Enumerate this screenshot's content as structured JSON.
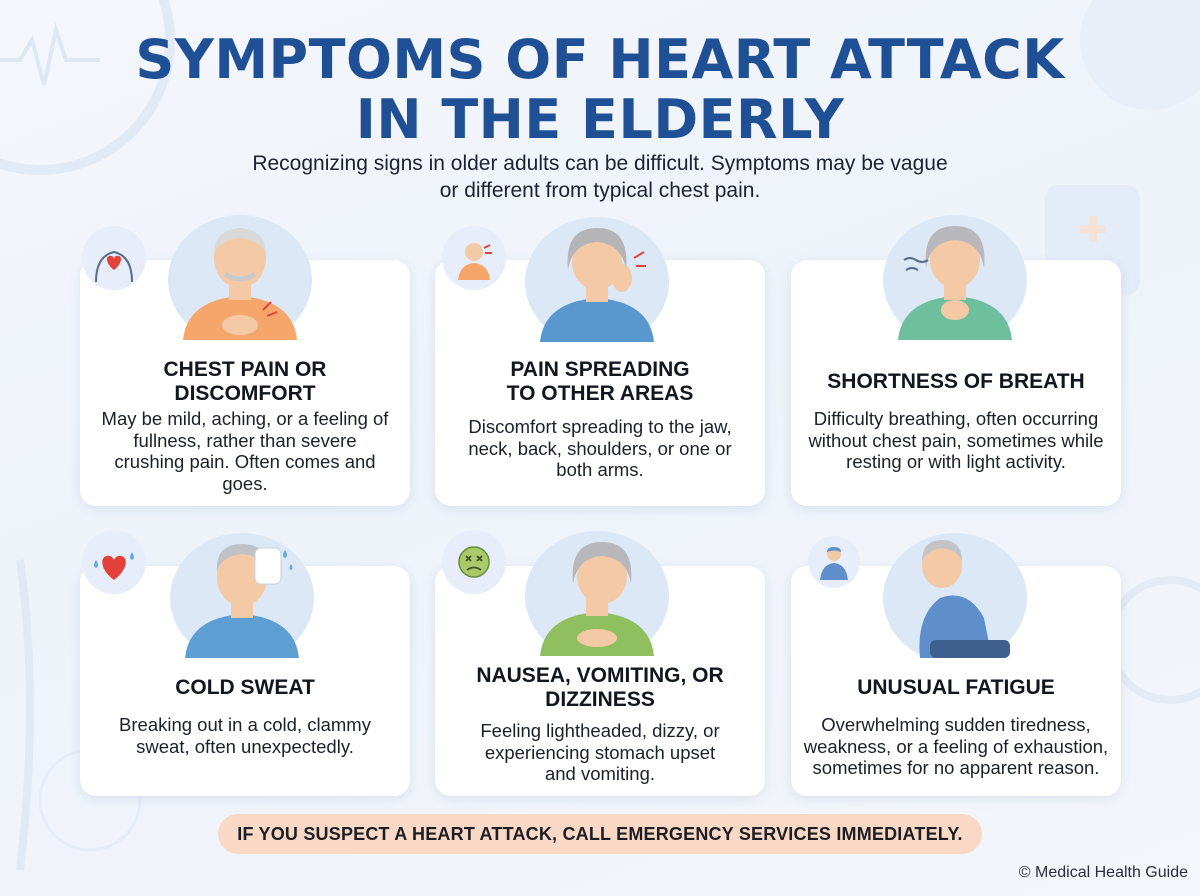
{
  "header": {
    "title_line1": "SYMPTOMS OF HEART ATTACK",
    "title_line2": "IN THE ELDERLY",
    "subtitle": "Recognizing signs in older adults can be difficult. Symptoms may be vague or different from typical chest pain."
  },
  "cards": [
    {
      "title": "CHEST PAIN OR DISCOMFORT",
      "description": "May be mild, aching, or a feeling of fullness, rather than severe crushing pain. Often comes and goes.",
      "portrait_icon": "elderly-man-chest-pain-icon",
      "badge_icon": "heart-torso-icon",
      "shirt_color": "#f6a66a",
      "hair_color": "#d9d9d9"
    },
    {
      "title": "PAIN SPREADING TO OTHER AREAS",
      "description": "Discomfort spreading to the jaw, neck, back, shoulders, or one or both arms.",
      "portrait_icon": "elderly-woman-jaw-pain-icon",
      "badge_icon": "man-neck-pain-icon",
      "shirt_color": "#5a97cf",
      "hair_color": "#b5b5b8"
    },
    {
      "title": "SHORTNESS OF BREATH",
      "description": "Difficulty breathing, often occurring without chest pain, sometimes while resting or with light activity.",
      "portrait_icon": "elderly-woman-breathless-icon",
      "badge_icon": "",
      "shirt_color": "#6dbf9e",
      "hair_color": "#b8b8bc"
    },
    {
      "title": "COLD SWEAT",
      "description": "Breaking out in a cold, clammy sweat, often unexpectedly.",
      "portrait_icon": "elderly-man-sweating-icon",
      "badge_icon": "heart-sweat-drops-icon",
      "shirt_color": "#5e9fd3",
      "hair_color": "#bfc2c6"
    },
    {
      "title": "NAUSEA, VOMITING, OR DIZZINESS",
      "description": "Feeling lightheaded, dizzy, or experiencing stomach upset and vomiting.",
      "portrait_icon": "elderly-woman-nausea-icon",
      "badge_icon": "dizzy-face-icon",
      "shirt_color": "#8fbf5f",
      "hair_color": "#b8b8bc"
    },
    {
      "title": "UNUSUAL FATIGUE",
      "description": "Overwhelming sudden tiredness, weakness, or a feeling of exhaustion, sometimes for no apparent reason.",
      "portrait_icon": "elderly-man-fatigue-icon",
      "badge_icon": "tired-person-icon",
      "shirt_color": "#5e8fca",
      "hair_color": "#c2c4c8"
    }
  ],
  "footer": {
    "banner": "IF YOU SUSPECT A HEART ATTACK, CALL EMERGENCY SERVICES IMMEDIATELY.",
    "copyright": "© Medical Health Guide"
  },
  "colors": {
    "title": "#1f4f94",
    "banner_bg": "#f9d9c6",
    "card_bg": "#ffffff",
    "portrait_bg": "#dde8f7",
    "skin": "#f4c9a6"
  }
}
